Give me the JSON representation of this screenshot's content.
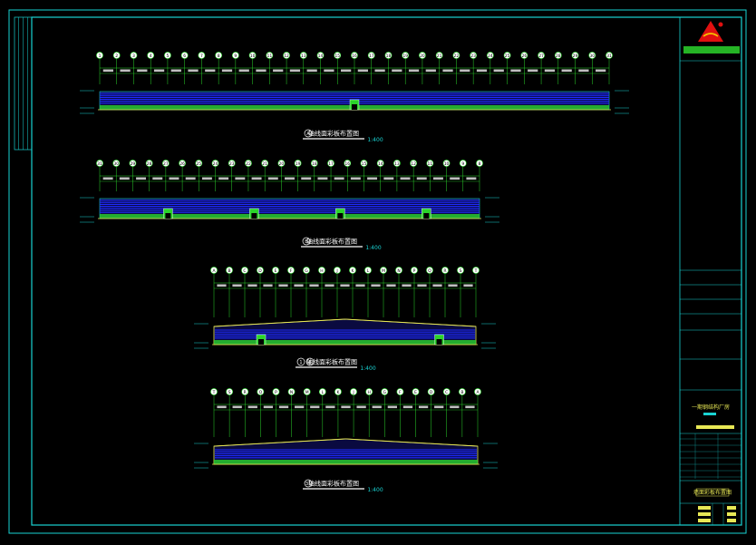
{
  "drawing": {
    "colors": {
      "frame": "#19d3d3",
      "grid": "#2bd42b",
      "roof": "#1e2aff",
      "ground": "#2bd42b",
      "edge": "#e8e855",
      "title": "#ffffff",
      "scale": "#19d3d3",
      "logo": "#e01010",
      "bubble_text": "#000000"
    },
    "elevations": [
      {
        "circle_label": "A",
        "title": "轴线面彩板布置图",
        "scale": "1:400",
        "axis_labels": [
          "1",
          "2",
          "3",
          "4",
          "5",
          "6",
          "7",
          "8",
          "9",
          "10",
          "11",
          "12",
          "13",
          "14",
          "15",
          "16",
          "17",
          "18",
          "19",
          "20",
          "21",
          "22",
          "23",
          "24",
          "25",
          "26",
          "27",
          "28",
          "29",
          "30",
          "31"
        ],
        "profile": "flat",
        "doors": 1
      },
      {
        "circle_label": "B",
        "title": "轴线面彩板布置图",
        "scale": "1:400",
        "axis_labels": [
          "31",
          "30",
          "29",
          "28",
          "27",
          "26",
          "25",
          "24",
          "23",
          "22",
          "21",
          "20",
          "19",
          "18",
          "17",
          "16",
          "15",
          "14",
          "13",
          "12",
          "11",
          "10",
          "9",
          "8"
        ],
        "profile": "flat",
        "doors": 4
      },
      {
        "circle_label": "1",
        "circle_label_2": "8",
        "title": "轴线面彩板布置图",
        "scale": "1:400",
        "axis_labels": [
          "A",
          "B",
          "C",
          "D",
          "E",
          "F",
          "G",
          "H",
          "J",
          "K",
          "L",
          "M",
          "N",
          "P",
          "Q",
          "R",
          "S",
          "T"
        ],
        "profile": "gable",
        "doors": 2
      },
      {
        "circle_label": "31",
        "title": "轴线面彩板布置图",
        "scale": "1:400",
        "axis_labels": [
          "T",
          "S",
          "R",
          "Q",
          "P",
          "N",
          "M",
          "L",
          "K",
          "J",
          "H",
          "G",
          "F",
          "E",
          "D",
          "C",
          "B",
          "A"
        ],
        "profile": "gable",
        "doors": 0
      }
    ],
    "title_block": {
      "project": "一期钢结构厂房",
      "drawing_name": "墙面彩板布置图"
    }
  }
}
